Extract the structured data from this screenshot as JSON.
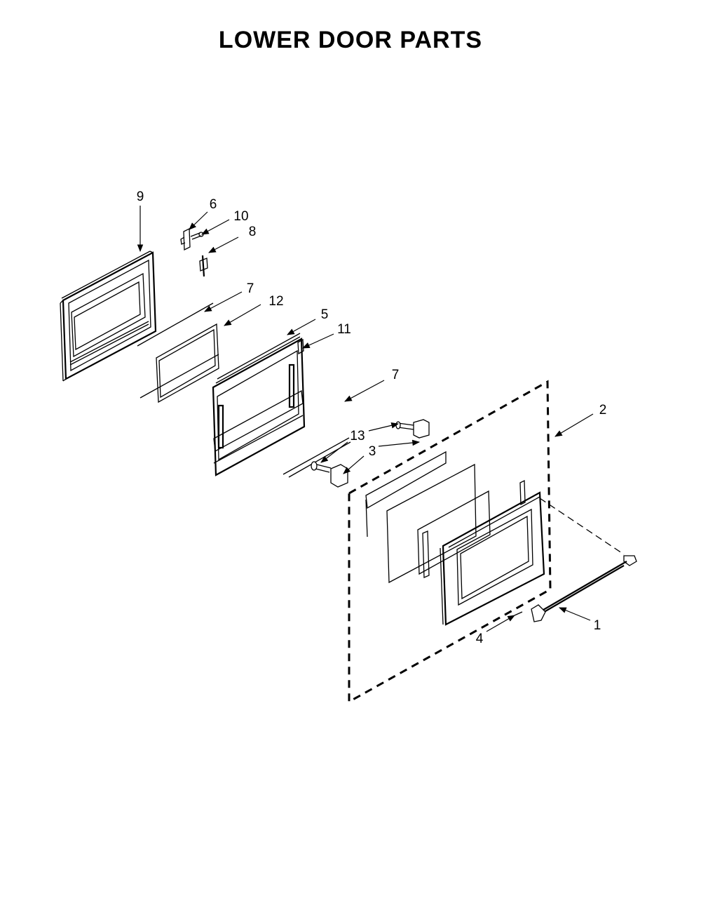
{
  "title": "LOWER DOOR PARTS",
  "callouts": [
    {
      "id": "c9",
      "text": "9"
    },
    {
      "id": "c6",
      "text": "6"
    },
    {
      "id": "c10",
      "text": "10"
    },
    {
      "id": "c8",
      "text": "8"
    },
    {
      "id": "c7a",
      "text": "7"
    },
    {
      "id": "c12",
      "text": "12"
    },
    {
      "id": "c5",
      "text": "5"
    },
    {
      "id": "c11",
      "text": "11"
    },
    {
      "id": "c7b",
      "text": "7"
    },
    {
      "id": "c2",
      "text": "2"
    },
    {
      "id": "c13",
      "text": "13"
    },
    {
      "id": "c3",
      "text": "3"
    },
    {
      "id": "c1",
      "text": "1"
    },
    {
      "id": "c4",
      "text": "4"
    }
  ]
}
